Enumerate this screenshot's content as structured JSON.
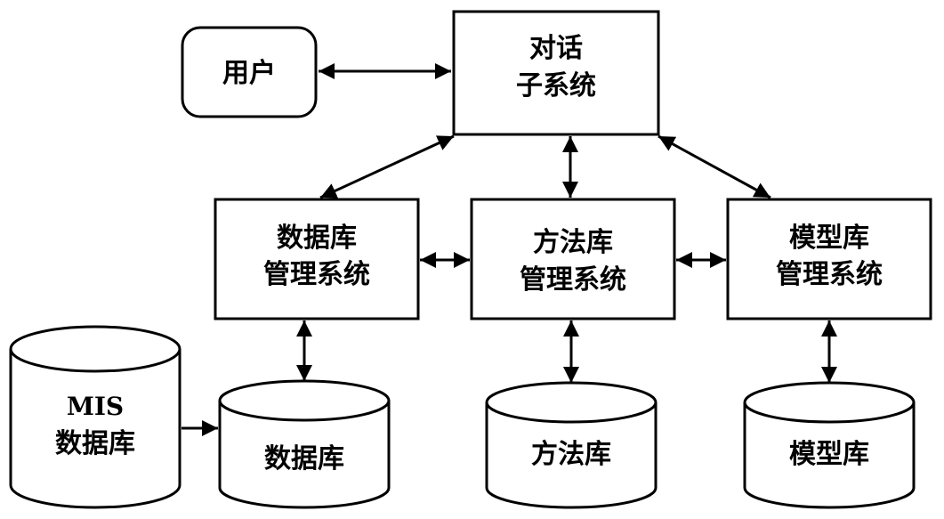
{
  "nodes": {
    "user": {
      "label": "用户"
    },
    "dialog": {
      "line1": "对话",
      "line2": "子系统"
    },
    "dbms": {
      "line1": "数据库",
      "line2": "管理系统"
    },
    "mbms": {
      "line1": "方法库",
      "line2": "管理系统"
    },
    "modelms": {
      "line1": "模型库",
      "line2": "管理系统"
    },
    "mis_db": {
      "line1": "MIS",
      "line2": "数据库"
    },
    "database": {
      "label": "数据库"
    },
    "method_db": {
      "label": "方法库"
    },
    "model_db": {
      "label": "模型库"
    }
  },
  "colors": {
    "stroke": "#000000",
    "fill": "#ffffff"
  }
}
